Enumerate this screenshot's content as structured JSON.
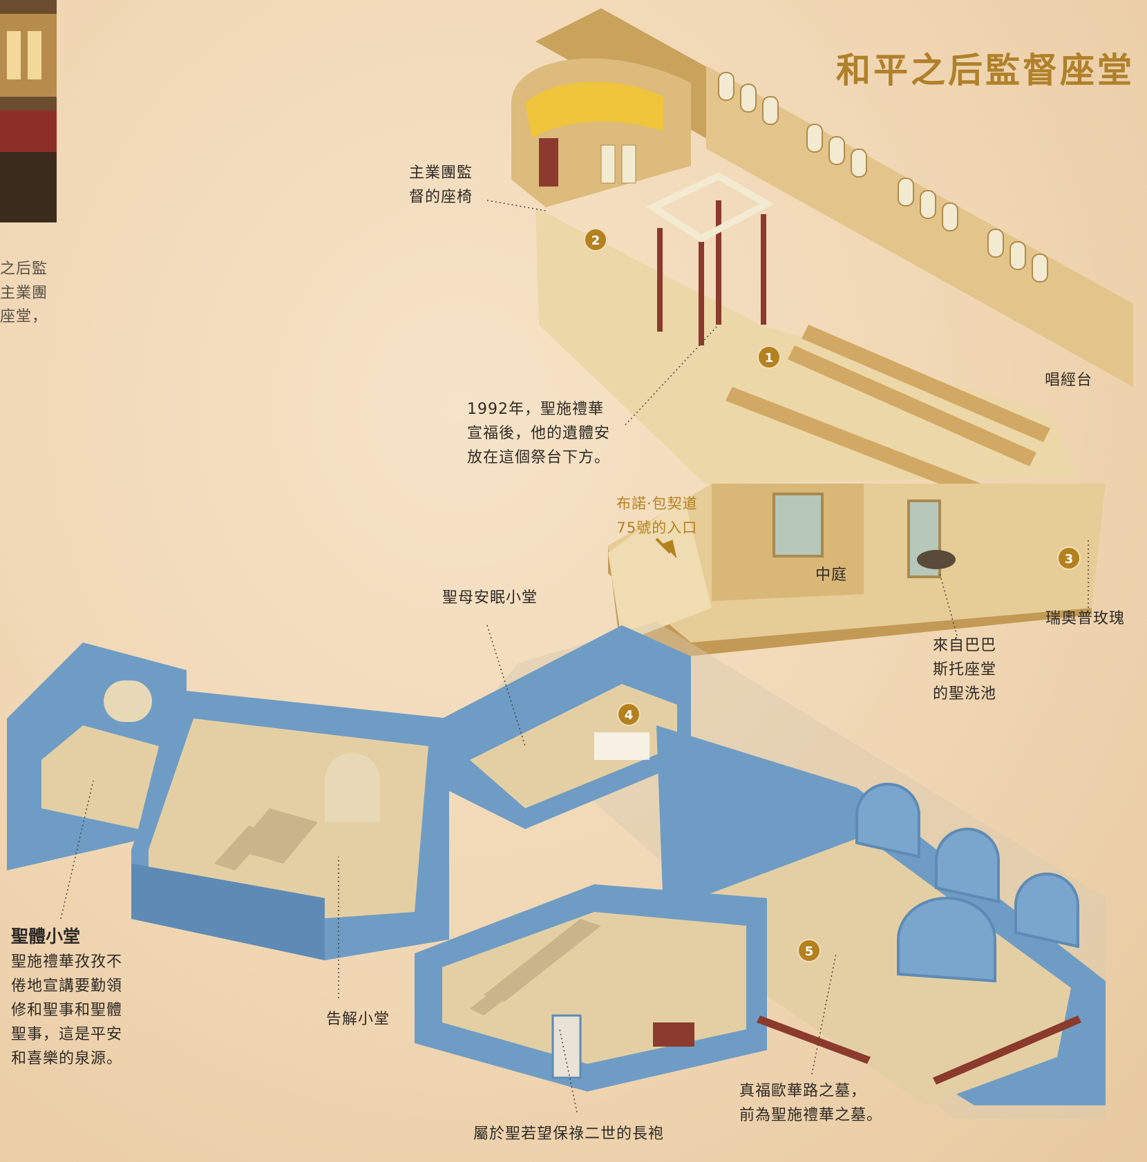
{
  "title": "和平之后監督座堂",
  "cropped_caption": [
    "之后監",
    "主業團",
    "座堂，"
  ],
  "labels": {
    "prelate_chair": "主業團監\n督的座椅",
    "relics": "1992年，聖施禮華\n宣福後，他的遺體安\n放在這個祭台下方。",
    "choir": "唱經台",
    "entrance": "布諾·包契道\n75號的入口",
    "courtyard": "中庭",
    "rose": "瑞奧普玫瑰",
    "font": "來自巴巴\n斯托座堂\n的聖洗池",
    "dormition": "聖母安眠小堂",
    "confession": "告解小堂",
    "cassock": "屬於聖若望保祿二世的長袍",
    "tomb": "真福歐華路之墓，\n前為聖施禮華之墓。"
  },
  "chapel": {
    "heading": "聖體小堂",
    "body": "聖施禮華孜孜不\n倦地宣講要勤領\n修和聖事和聖體\n聖事，這是平安\n和喜樂的泉源。"
  },
  "badges": [
    "1",
    "2",
    "3",
    "4",
    "5"
  ],
  "colors": {
    "church_wall": "#d9b777",
    "church_floor": "#ead3a3",
    "crypt_wall": "#6f9cc4",
    "crypt_floor": "#e4cfa4",
    "accent": "#b5811f"
  }
}
